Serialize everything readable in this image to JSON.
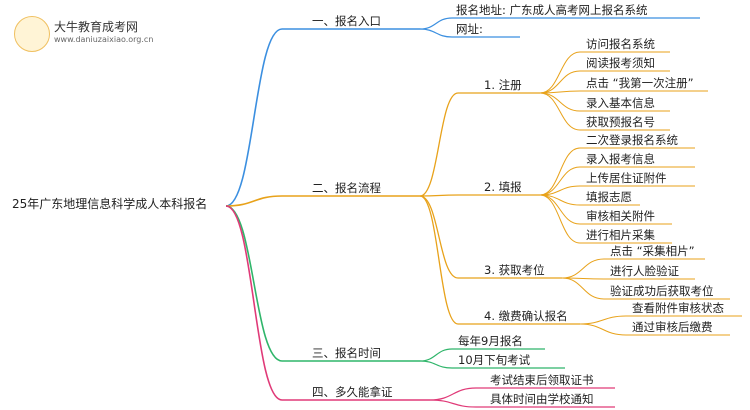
{
  "logo": {
    "name": "大牛教育成考网",
    "url": "www.daniuzaixiao.org.cn"
  },
  "mindmap": {
    "root": "25年广东地理信息科学成人本科报名",
    "sections": [
      {
        "label": "一、报名入口",
        "color": "#3b8fe0",
        "items": [
          "报名地址: 广东成人高考网上报名系统",
          "网址:"
        ]
      },
      {
        "label": "二、报名流程",
        "color": "#e8a21a",
        "steps": [
          {
            "label": "1. 注册",
            "items": [
              "访问报名系统",
              "阅读报考须知",
              "点击 “我第一次注册”",
              "录入基本信息",
              "获取预报名号"
            ]
          },
          {
            "label": "2. 填报",
            "items": [
              "二次登录报名系统",
              "录入报考信息",
              "上传居住证附件",
              "填报志愿",
              "审核相关附件",
              "进行相片采集"
            ]
          },
          {
            "label": "3. 获取考位",
            "items": [
              "点击 “采集相片”",
              "进行人脸验证",
              "验证成功后获取考位"
            ]
          },
          {
            "label": "4. 缴费确认报名",
            "items": [
              "查看附件审核状态",
              "通过审核后缴费"
            ]
          }
        ]
      },
      {
        "label": "三、报名时间",
        "color": "#2fb56a",
        "items": [
          "每年9月报名",
          "10月下旬考试"
        ]
      },
      {
        "label": "四、多久能拿证",
        "color": "#e03a78",
        "items": [
          "考试结束后领取证书",
          "具体时间由学校通知"
        ]
      }
    ]
  }
}
